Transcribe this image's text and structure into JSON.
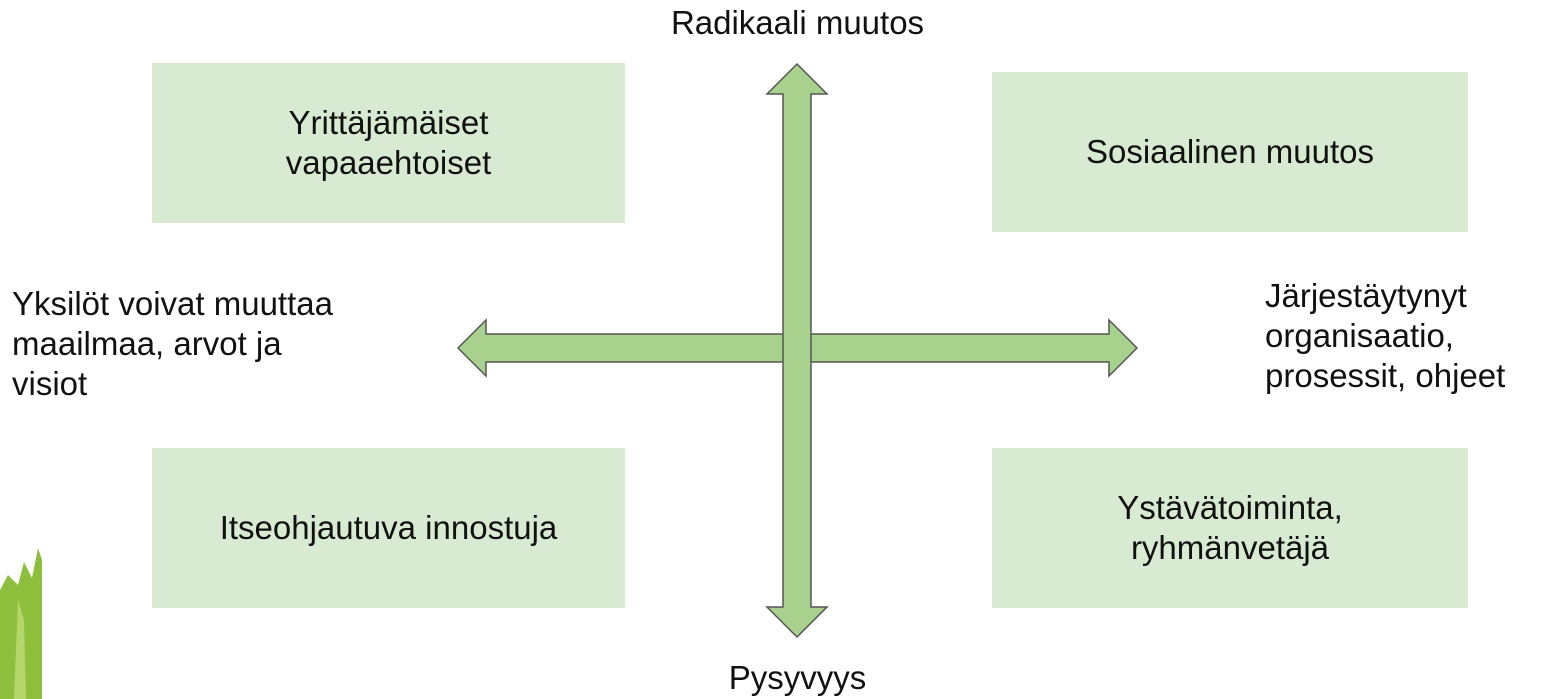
{
  "axes": {
    "top": "Radikaali muutos",
    "bottom": "Pysyvyys",
    "left": "Yksilöt voivat muuttaa\nmaailmaa, arvot ja\nvisiot",
    "right": "Järjestäytynyt\norganisaatio,\nprosessit, ohjeet"
  },
  "quadrants": {
    "top_left": "Yrittäjämäiset\nvapaaehtoiset",
    "top_right": "Sosiaalinen muutos",
    "bottom_left": "Itseohjautuva innostuja",
    "bottom_right": "Ystävätoiminta,\nryhmänvetäjä"
  },
  "colors": {
    "box_fill": "#d9ead3",
    "arrow_fill": "#a9d18e",
    "arrow_stroke": "#555555",
    "leaf_fill": "#8ebf3c"
  }
}
